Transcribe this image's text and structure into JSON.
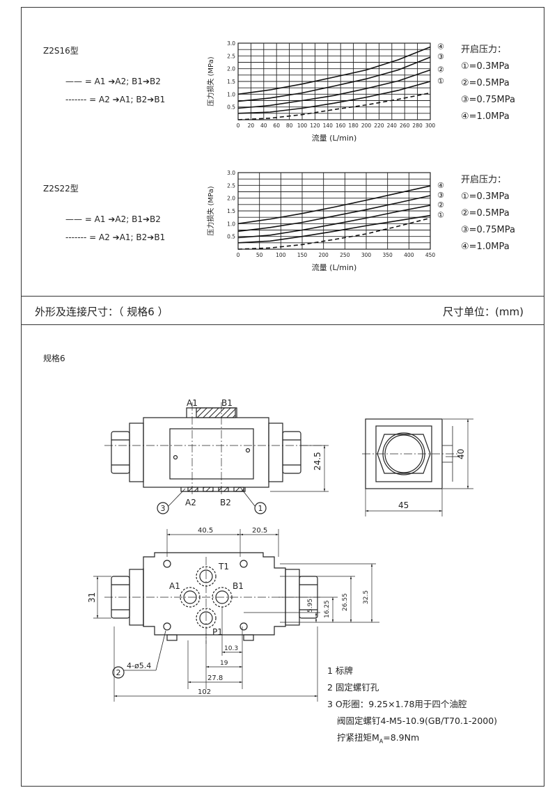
{
  "section1": {
    "model": "Z2S16型",
    "legend_solid": "—— = A1 ➔A2; B1➔B2",
    "legend_dash": "------- = A2 ➔A1; B2➔B1",
    "opening_title": "开启压力：",
    "opening_items": [
      "①=0.3MPa",
      "②=0.5MPa",
      "③=0.75MPa",
      "④=1.0MPa"
    ]
  },
  "section2": {
    "model": "Z2S22型",
    "legend_solid": "—— = A1 ➔A2; B1➔B2",
    "legend_dash": "------- = A2 ➔A1; B2➔B1",
    "opening_title": "开启压力：",
    "opening_items": [
      "①=0.3MPa",
      "②=0.5MPa",
      "③=0.75MPa",
      "④=1.0MPa"
    ]
  },
  "chart_data": [
    {
      "type": "line",
      "xlabel": "流量 (L/min)",
      "ylabel": "压力损失 (MPa)",
      "x_ticks": [
        0,
        20,
        40,
        60,
        80,
        100,
        120,
        140,
        160,
        180,
        200,
        220,
        240,
        260,
        280,
        300
      ],
      "y_ticks": [
        0.5,
        1.0,
        1.5,
        2.0,
        2.5,
        3.0
      ],
      "xlim": [
        0,
        300
      ],
      "ylim": [
        0,
        3
      ],
      "series": [
        {
          "name": "④",
          "style": "solid",
          "x": [
            0,
            50,
            100,
            150,
            200,
            250,
            300
          ],
          "y": [
            1.0,
            1.17,
            1.4,
            1.67,
            1.95,
            2.35,
            2.85
          ]
        },
        {
          "name": "③",
          "style": "solid",
          "x": [
            0,
            50,
            100,
            150,
            200,
            250,
            300
          ],
          "y": [
            0.72,
            0.85,
            1.05,
            1.32,
            1.6,
            1.95,
            2.45
          ]
        },
        {
          "name": "②",
          "style": "solid",
          "x": [
            0,
            50,
            100,
            150,
            200,
            250,
            300
          ],
          "y": [
            0.45,
            0.56,
            0.75,
            0.95,
            1.22,
            1.52,
            1.95
          ]
        },
        {
          "name": "①",
          "style": "solid",
          "x": [
            0,
            50,
            100,
            150,
            200,
            250,
            300
          ],
          "y": [
            0.25,
            0.3,
            0.45,
            0.65,
            0.88,
            1.15,
            1.5
          ]
        },
        {
          "name": "",
          "style": "dash",
          "x": [
            0,
            50,
            100,
            150,
            200,
            250,
            300
          ],
          "y": [
            0.0,
            0.06,
            0.2,
            0.4,
            0.58,
            0.8,
            1.05
          ]
        }
      ]
    },
    {
      "type": "line",
      "xlabel": "流量 (L/min)",
      "ylabel": "压力损失 (MPa)",
      "x_ticks": [
        0,
        50,
        100,
        150,
        200,
        250,
        300,
        350,
        400,
        450
      ],
      "y_ticks": [
        0.5,
        1.0,
        1.5,
        2.0,
        2.5,
        3.0
      ],
      "xlim": [
        0,
        450
      ],
      "ylim": [
        0,
        3
      ],
      "series": [
        {
          "name": "④",
          "style": "solid",
          "x": [
            0,
            75,
            150,
            225,
            300,
            375,
            450
          ],
          "y": [
            1.0,
            1.18,
            1.4,
            1.65,
            1.92,
            2.2,
            2.48
          ]
        },
        {
          "name": "③",
          "style": "solid",
          "x": [
            0,
            75,
            150,
            225,
            300,
            375,
            450
          ],
          "y": [
            0.7,
            0.85,
            1.05,
            1.3,
            1.55,
            1.82,
            2.1
          ]
        },
        {
          "name": "②",
          "style": "solid",
          "x": [
            0,
            75,
            150,
            225,
            300,
            375,
            450
          ],
          "y": [
            0.45,
            0.55,
            0.75,
            0.98,
            1.22,
            1.48,
            1.72
          ]
        },
        {
          "name": "①",
          "style": "solid",
          "x": [
            0,
            75,
            150,
            225,
            300,
            375,
            450
          ],
          "y": [
            0.25,
            0.32,
            0.5,
            0.7,
            0.92,
            1.12,
            1.32
          ]
        },
        {
          "name": "",
          "style": "dash",
          "x": [
            0,
            75,
            150,
            225,
            300,
            375,
            450
          ],
          "y": [
            0.0,
            0.05,
            0.18,
            0.38,
            0.6,
            0.9,
            1.22
          ]
        }
      ]
    }
  ],
  "bar": {
    "left": "外形及连接尺寸：（ 规格6 ）",
    "right": "尺寸单位：(mm)"
  },
  "drawing": {
    "title": "规格6",
    "labels": {
      "A1": "A1",
      "B1": "B1",
      "A2": "A2",
      "B2": "B2",
      "T1": "T1",
      "P1": "P1",
      "dim_24_5": "24.5",
      "dim_40": "40",
      "dim_45": "45",
      "dim_40_5": "40.5",
      "dim_20_5": "20.5",
      "dim_31": "31",
      "dim_5_95": "5.95",
      "dim_16_25": "16.25",
      "dim_26_55": "26.55",
      "dim_32_5": "32.5",
      "dim_10_3": "10.3",
      "dim_19": "19",
      "dim_27_8": "27.8",
      "dim_102": "102",
      "hole": "4-ø5.4",
      "c1": "1",
      "c2": "2",
      "c3": "3"
    }
  },
  "notes": {
    "n1": "1  标牌",
    "n2": "2  固定螺钉孔",
    "n3": "3  O形圈：9.25×1.78用于四个油腔",
    "n3b": "阀固定螺钉4-M5-10.9(GB/T70.1-2000)",
    "n3c_prefix": "拧紧扭矩M",
    "n3c_sub": "A",
    "n3c_suffix": "=8.9Nm"
  }
}
